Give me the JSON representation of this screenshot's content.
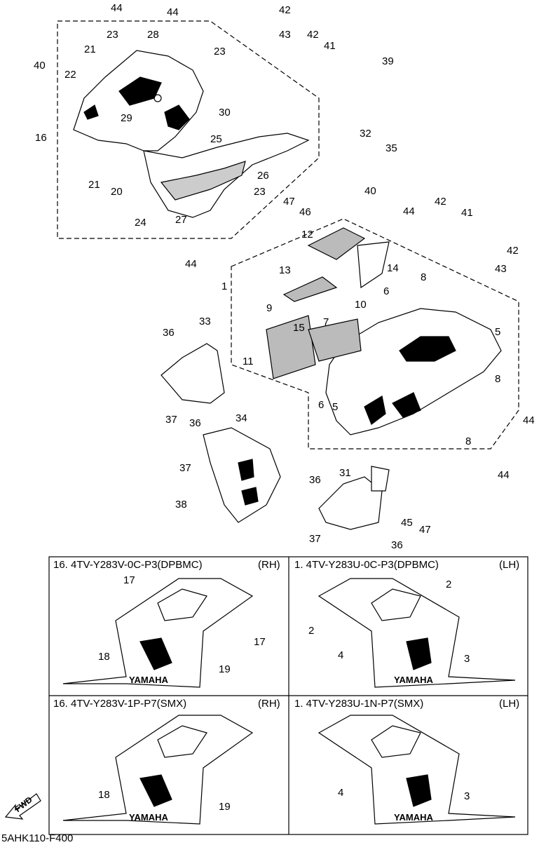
{
  "diagram": {
    "callouts": [
      "1",
      "2",
      "3",
      "4",
      "5",
      "6",
      "7",
      "8",
      "9",
      "10",
      "11",
      "12",
      "13",
      "14",
      "15",
      "16",
      "17",
      "18",
      "19",
      "20",
      "21",
      "22",
      "23",
      "24",
      "25",
      "26",
      "27",
      "28",
      "29",
      "30",
      "31",
      "32",
      "33",
      "34",
      "35",
      "36",
      "37",
      "38",
      "39",
      "40",
      "41",
      "42",
      "43",
      "44",
      "45",
      "46",
      "47"
    ],
    "variant_boxes": [
      {
        "part_no": "16. 4TV-Y283V-0C-P3(DPBMC)",
        "side": "(RH)"
      },
      {
        "part_no": "1. 4TV-Y283U-0C-P3(DPBMC)",
        "side": "(LH)"
      },
      {
        "part_no": "16. 4TV-Y283V-1P-P7(SMX)",
        "side": "(RH)"
      },
      {
        "part_no": "1. 4TV-Y283U-1N-P7(SMX)",
        "side": "(LH)"
      }
    ],
    "brand_text": "YAMAHA",
    "fwd_label": "FWD",
    "diagram_code": "5AHK110-F400"
  }
}
